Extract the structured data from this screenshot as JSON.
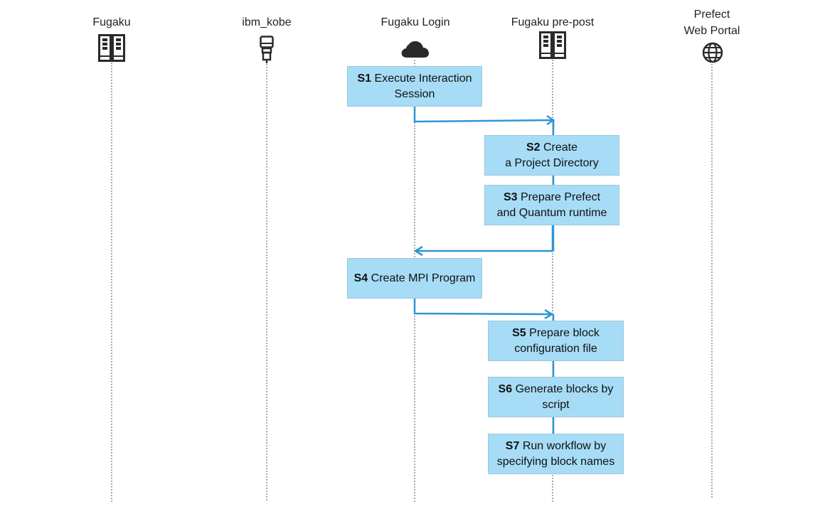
{
  "actors": [
    {
      "id": "fugaku",
      "label_lines": [
        "Fugaku"
      ],
      "icon": "server-rack-icon"
    },
    {
      "id": "ibm_kobe",
      "label_lines": [
        "ibm_kobe"
      ],
      "icon": "quantum-device-icon"
    },
    {
      "id": "fugaku_login",
      "label_lines": [
        "Fugaku Login"
      ],
      "icon": "cloud-icon"
    },
    {
      "id": "fugaku_prepost",
      "label_lines": [
        "Fugaku pre-post"
      ],
      "icon": "server-rack-icon"
    },
    {
      "id": "prefect_portal",
      "label_lines": [
        "Prefect",
        "Web Portal"
      ],
      "icon": "globe-icon"
    }
  ],
  "steps": [
    {
      "code": "S1",
      "lines": [
        "Execute Interaction",
        "Session"
      ]
    },
    {
      "code": "S2",
      "lines": [
        "Create",
        "a Project Directory"
      ]
    },
    {
      "code": "S3",
      "lines": [
        "Prepare Prefect",
        "and Quantum runtime"
      ]
    },
    {
      "code": "S4",
      "lines": [
        "Create MPI Program"
      ]
    },
    {
      "code": "S5",
      "lines": [
        "Prepare block",
        "configuration file"
      ]
    },
    {
      "code": "S6",
      "lines": [
        "Generate blocks by",
        "script"
      ]
    },
    {
      "code": "S7",
      "lines": [
        "Run workflow by",
        "specifying block names"
      ]
    }
  ],
  "messages": [
    {
      "from": "fugaku_login",
      "to": "fugaku_prepost",
      "after": "S1"
    },
    {
      "from": "fugaku_prepost",
      "to": "fugaku_login",
      "after": "S3"
    },
    {
      "from": "fugaku_login",
      "to": "fugaku_prepost",
      "after": "S4"
    }
  ],
  "colors": {
    "step_fill": "#a6dcf6",
    "step_border": "#9cc6da",
    "arrow": "#2e96d6",
    "lifeline": "#555555",
    "icon": "#2a2a2a"
  }
}
